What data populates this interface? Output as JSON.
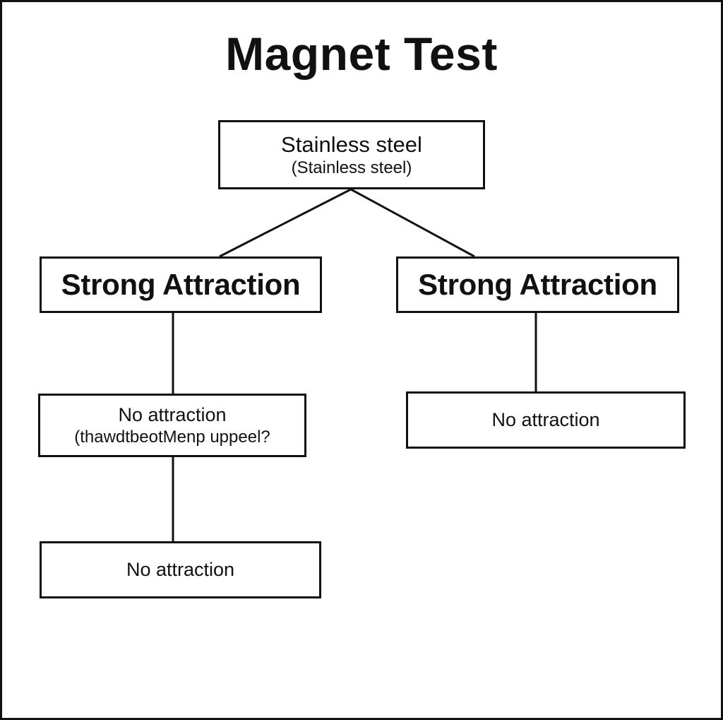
{
  "diagram": {
    "title": "Magnet Test",
    "root": {
      "label": "Stainless steel",
      "sublabel": "(Stainless steel)"
    },
    "left_branch": {
      "label": "Strong Attraction",
      "child": {
        "label": "No attraction",
        "sublabel": "(thawdtbeotMenp uppeel?"
      },
      "grandchild": {
        "label": "No attraction"
      }
    },
    "right_branch": {
      "label": "Strong Attraction",
      "child": {
        "label": "No attraction"
      }
    },
    "colors": {
      "stroke": "#111111",
      "background": "#ffffff",
      "text": "#111111"
    }
  }
}
